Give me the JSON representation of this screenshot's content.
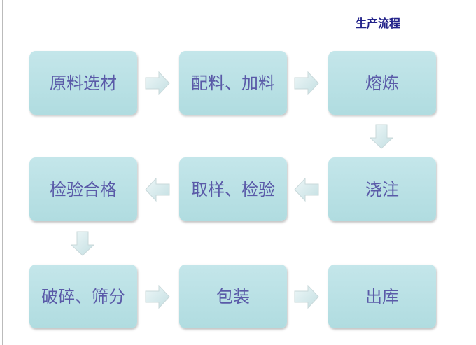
{
  "title": "生产流程",
  "steps": [
    "原料选材",
    "配料、加料",
    "熔炼",
    "浇注",
    "取样、检验",
    "检验合格",
    "破碎、筛分",
    "包装",
    "出库"
  ],
  "colors": {
    "box": "#b8e0e4",
    "text": "#5a5aa8",
    "title": "#23238a"
  }
}
